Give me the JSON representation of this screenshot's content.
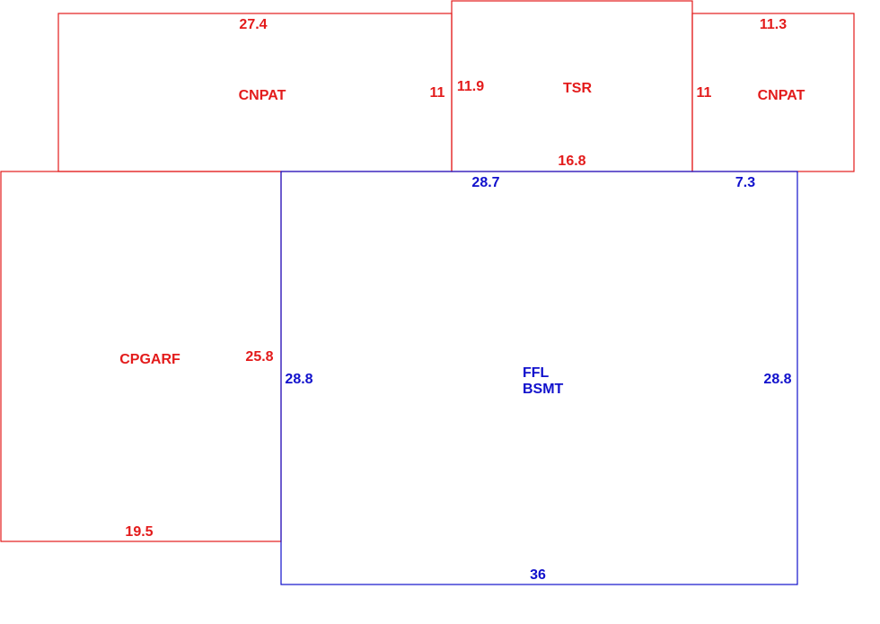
{
  "colors": {
    "attached": "#e31b1b",
    "main": "#1010cc",
    "background": "#ffffff"
  },
  "areas": {
    "cnpat_left": {
      "name": "CNPAT",
      "dims": {
        "top": "27.4",
        "right": "11"
      }
    },
    "tsr": {
      "name": "TSR",
      "dims": {
        "left": "11.9",
        "bottom": "16.8"
      }
    },
    "cnpat_right": {
      "name": "CNPAT",
      "dims": {
        "top": "11.3",
        "left": "11"
      }
    },
    "cpgarf": {
      "name": "CPGARF",
      "dims": {
        "right": "25.8",
        "bottom": "19.5"
      }
    },
    "ffl_bsmt": {
      "name_line1": "FFL",
      "name_line2": "BSMT",
      "dims": {
        "top_left": "28.7",
        "top_right": "7.3",
        "left": "28.8",
        "right": "28.8",
        "bottom": "36"
      }
    }
  }
}
